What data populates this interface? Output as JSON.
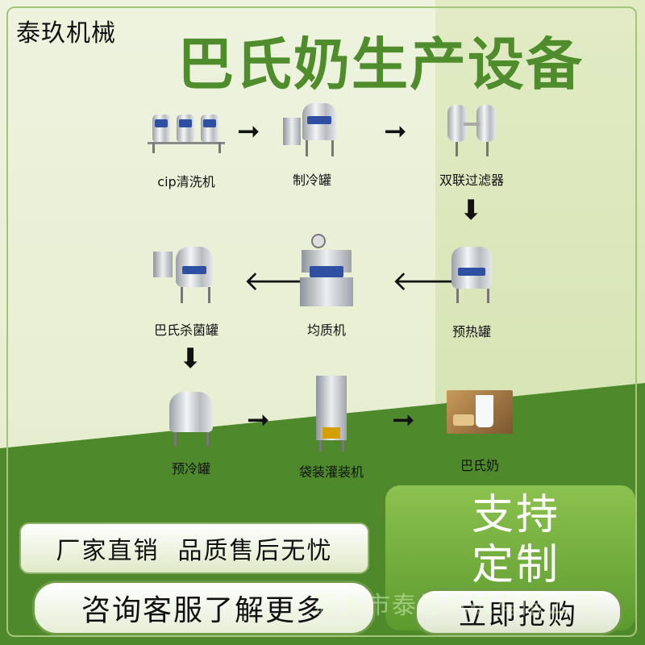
{
  "brand": "泰玖机械",
  "title": "巴氏奶生产设备",
  "steps": [
    {
      "label": "cip清洗机"
    },
    {
      "label": "制冷罐"
    },
    {
      "label": "双联过滤器"
    },
    {
      "label": "预热罐"
    },
    {
      "label": "均质机"
    },
    {
      "label": "巴氏杀菌罐"
    },
    {
      "label": "预冷罐"
    },
    {
      "label": "袋装灌装机"
    },
    {
      "label": "巴氏奶"
    }
  ],
  "banner": "厂家直销  品质售后无忧",
  "support": {
    "line1": "支持",
    "line2": "定制"
  },
  "consult": "咨询客服了解更多",
  "buy": "立即抢购",
  "watermark": "新乡市泰昌机械有限公司",
  "colors": {
    "title_green": "#4f8c2c",
    "dark_green": "#4e8a2c",
    "light_bg": "#e8efd6",
    "badge_green": "#7ab342"
  }
}
